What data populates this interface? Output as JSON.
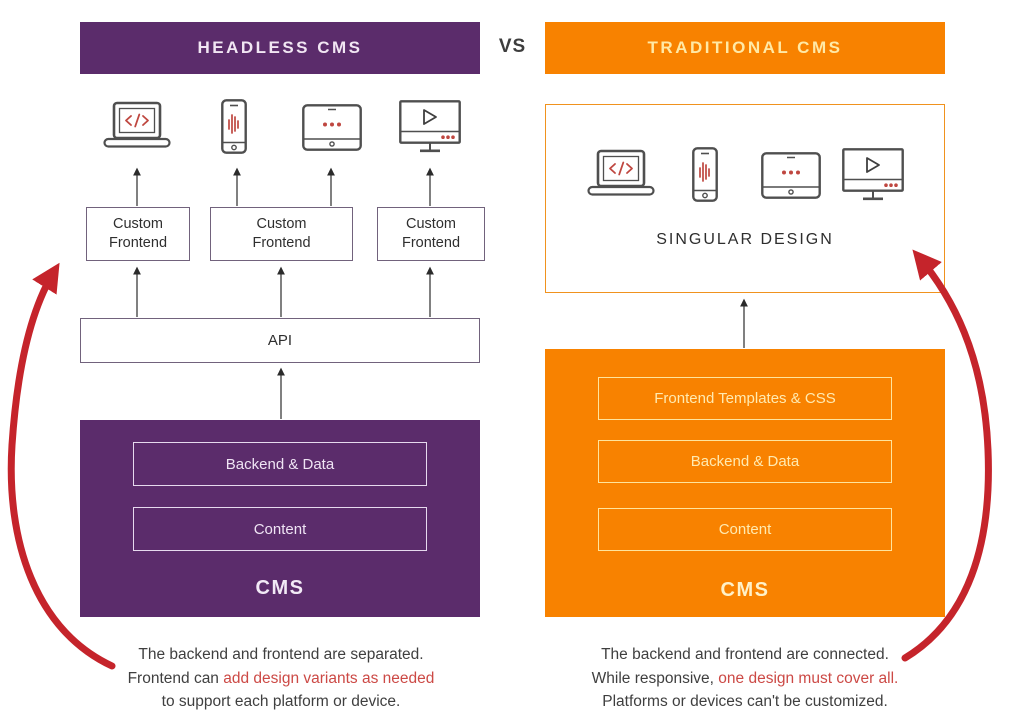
{
  "colors": {
    "purple": "#5b2c6b",
    "orange": "#f88200",
    "red_arrow": "#c5242b",
    "red_highlight_text": "#cc4945",
    "icon_accent_red": "#bf4740",
    "dark_text": "#3d3d3d"
  },
  "header": {
    "left_title": "HEADLESS CMS",
    "vs_label": "VS",
    "right_title": "TRADITIONAL CMS"
  },
  "left": {
    "device_icons": [
      "laptop-code",
      "smartphone-audio-bars",
      "tablet-dots",
      "monitor-video"
    ],
    "frontend_box": {
      "line1": "Custom",
      "line2": "Frontend"
    },
    "api_label": "API",
    "cms": {
      "layer1": "Backend & Data",
      "layer2": "Content",
      "label": "CMS"
    },
    "caption": {
      "line1": "The backend and frontend are separated.",
      "line2_prefix": "Frontend can ",
      "line2_highlight": "add design variants as needed",
      "line3": "to support each platform or device."
    }
  },
  "right": {
    "device_icons": [
      "laptop-code",
      "smartphone-audio-bars",
      "tablet-dots",
      "monitor-video"
    ],
    "design_label": "SINGULAR DESIGN",
    "cms": {
      "layer1": "Frontend Templates & CSS",
      "layer2": "Backend & Data",
      "layer3": "Content",
      "label": "CMS"
    },
    "caption": {
      "line1": "The backend and frontend are connected.",
      "line2_prefix": "While responsive, ",
      "line2_highlight": "one design must cover all.",
      "line3": "Platforms or devices can't be customized."
    }
  }
}
